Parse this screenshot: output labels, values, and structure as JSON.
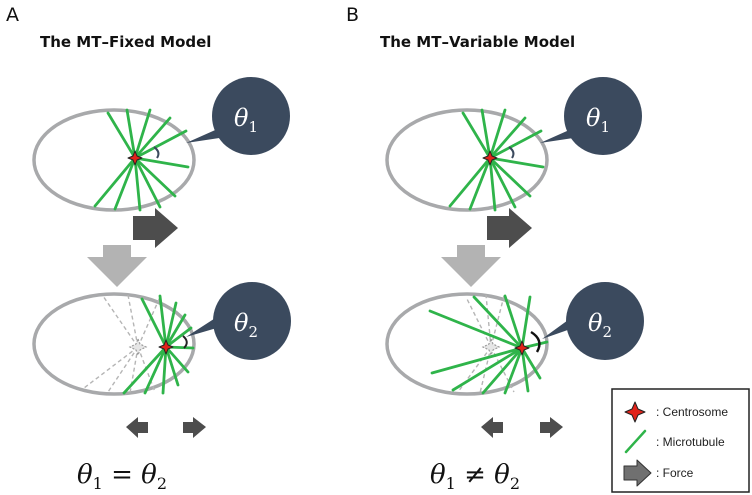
{
  "panels": [
    {
      "letter": "A",
      "title": "The MT–Fixed Model",
      "theta_top": "θ",
      "theta_top_sub": "1",
      "theta_bottom": "θ",
      "theta_bottom_sub": "2",
      "equation": {
        "lhs": "θ",
        "lhs_sub": "1",
        "operator": " = ",
        "rhs": "θ",
        "rhs_sub": "2"
      }
    },
    {
      "letter": "B",
      "title": "The MT–Variable Model",
      "theta_top": "θ",
      "theta_top_sub": "1",
      "theta_bottom": "θ",
      "theta_bottom_sub": "2",
      "equation": {
        "lhs": "θ",
        "lhs_sub": "1",
        "operator": " ≠ ",
        "rhs": "θ",
        "rhs_sub": "2"
      }
    }
  ],
  "legend": {
    "centrosome": ": Centrosome",
    "microtubule": ": Microtubule",
    "force": ": Force"
  },
  "colors": {
    "cell_outline": "#a8a9ab",
    "microtubule": "#2fb44a",
    "centrosome_fill": "#e2231a",
    "centrosome_stroke": "#222222",
    "bubble": "#3b4a5e",
    "force_arrow": "#4d4d4d",
    "transition_arrow": "#b3b3b3",
    "ghost_lines": "#b5b5b5"
  },
  "icons": {
    "centrosome": "four-point-star",
    "force": "block-arrow",
    "transition": "down-block-arrow"
  }
}
